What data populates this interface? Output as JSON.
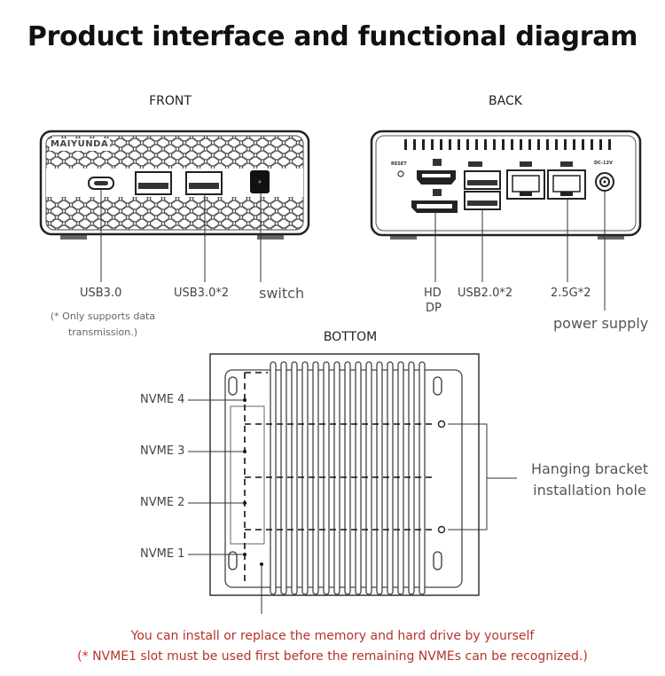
{
  "title": "Product interface and functional diagram",
  "front": {
    "heading": "FRONT",
    "brand": "MAIYUNDA",
    "labels": {
      "usb30": "USB3.0",
      "usb30x2": "USB3.0*2",
      "switch": "switch",
      "note": "(* Only supports data transmission.)"
    }
  },
  "back": {
    "heading": "BACK",
    "reset": "RESET",
    "dc": "DC-12V",
    "labels": {
      "hd": "HD",
      "dp": "DP",
      "usb20x2": "USB2.0*2",
      "lan": "2.5G*2",
      "power": "power supply"
    }
  },
  "bottom": {
    "heading": "BOTTOM",
    "nvme": [
      "NVME 4",
      "NVME 3",
      "NVME 2",
      "NVME 1"
    ],
    "bracket": [
      "Hanging bracket",
      "installation hole"
    ]
  },
  "footer": [
    "You can install or replace the memory and hard drive by yourself",
    "(* NVME1 slot must be used first before the remaining NVMEs can be recognized.)"
  ]
}
